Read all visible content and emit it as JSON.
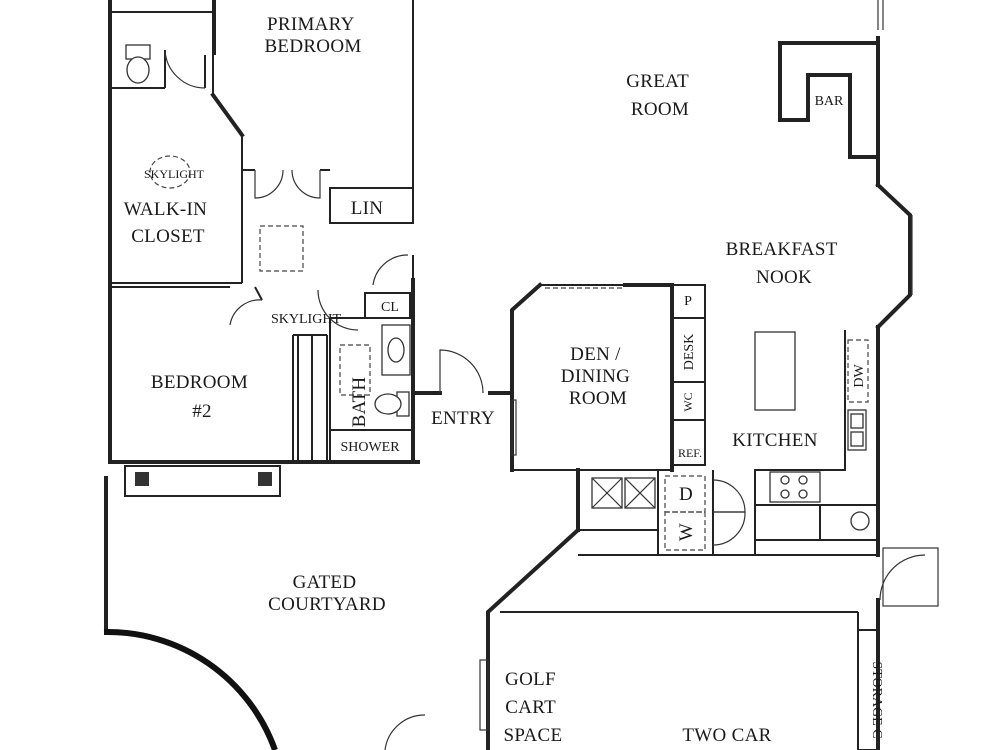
{
  "rooms": {
    "primary_bedroom": [
      "PRIMARY",
      "BEDROOM"
    ],
    "great_room": [
      "GREAT",
      "ROOM"
    ],
    "bar": "BAR",
    "walk_in_closet": [
      "WALK-IN",
      "CLOSET"
    ],
    "skylight_closet": "SKYLIGHT",
    "skylight_hall": "SKYLIGHT",
    "linen": "LIN",
    "breakfast_nook": [
      "BREAKFAST",
      "NOOK"
    ],
    "closet": "CL",
    "pantry": "P",
    "desk": "DESK",
    "wine_cooler": "WC",
    "den_dining": [
      "DEN /",
      "DINING",
      "ROOM"
    ],
    "bedroom_2": [
      "BEDROOM",
      "#2"
    ],
    "bath": "BATH",
    "dishwasher": "DW",
    "entry": "ENTRY",
    "kitchen": "KITCHEN",
    "shower": "SHOWER",
    "refrigerator": "REF.",
    "dryer": "D",
    "washer": "W",
    "gated_courtyard": [
      "GATED",
      "COURTYARD"
    ],
    "golf_cart_space": [
      "GOLF",
      "CART",
      "SPACE"
    ],
    "two_car": "TWO CAR",
    "storage": "STORAGE C"
  }
}
